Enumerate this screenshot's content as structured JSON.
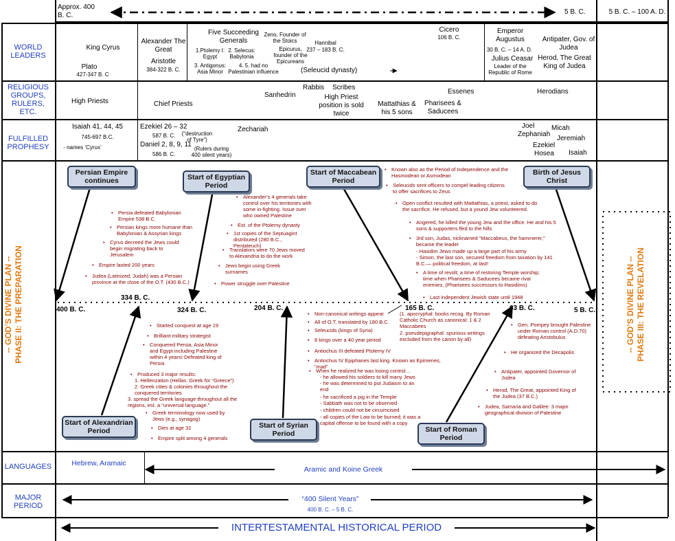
{
  "header": {
    "approx_start": "Approx. 400",
    "approx_start_2": "B. C.",
    "end_bc": "5 B. C.",
    "range_right": "5 B. C. – 100 A. D."
  },
  "rows": {
    "world_leaders": "WORLD LEADERS",
    "religious": "RELIGIOUS GROUPS, RULERS, ETC.",
    "prophesy": "FULFILLED PROPHESY",
    "languages": "LANGUAGES",
    "major_period": "MAJOR PERIOD"
  },
  "leaders": {
    "cyrus": "King Cyrus",
    "plato": "Plato",
    "plato_dates": "427-347 B. C",
    "alexander": "Alexander The Great",
    "aristotle": "Aristotle",
    "aristotle_dates": "384-322 B. C.",
    "five_generals": "Five Succeeding Generals",
    "ptolemy": "1.Ptolemy I: Egypt",
    "seleucus": "2. Selecus: Babylonia",
    "antigonus": "3. Antigonus: Asia Minor",
    "four_five": "4. 5. had no Palestinian influence",
    "zeno": "Zeno, Founder of the Stoics",
    "epicurus": "Epicurus, founder of the Epicureans",
    "hannibal": "Hannibal",
    "hannibal_dates": "237 – 183 B. C.",
    "seleucid": "(Seleucid dynasty)",
    "cicero": "Cicero",
    "cicero_dates": "106 B. C.",
    "augustus": "Emperor Augustus",
    "augustus_dates": "30 B. C. – 14 A. D.",
    "julius": "Julius Ceasar",
    "julius_note": "Leader of the Republic of Rome",
    "antipater": "Antipater, Gov. of Judea",
    "herod": "Herod, The Great King of Judea"
  },
  "religious": {
    "high_priests": "High Priests",
    "chief_priests": "Chief Priests",
    "sanhedrin": "Sanhedrin",
    "rabbis": "Rabbis",
    "scribes": "Scribes",
    "high_priest_sold": "High Priest position is sold twice",
    "mattathias": "Mattathias & his 5 sons",
    "essenes": "Essenes",
    "pharisees": "Pharisees & Saducees",
    "herodians": "Herodians"
  },
  "prophesy": {
    "isaiah": "Isaiah 41, 44, 45",
    "isaiah_dates": "745-697 B.C.",
    "isaiah_note": "- names ‘Cyrus’",
    "ezekiel": "Ezekiel 26 – 32",
    "ezekiel_dates": "587 B. C.",
    "tyre": "(“destruction of Tyre”)",
    "daniel": "Daniel 2, 8, 9, 11",
    "daniel_dates": "586 B. C.",
    "rulers": "(Rulers during 400 silent years)",
    "zechariah": "Zechariah",
    "joel": "Joel",
    "zephaniah": "Zephaniah",
    "ezekiel2": "Ezekiel",
    "hosea": "Hosea",
    "micah": "Micah",
    "jeremiah": "Jeremiah",
    "isaiah2": "Isaiah"
  },
  "boxes": {
    "persian": "Persian Empire continues",
    "egyptian": "Start of Egyptian Period",
    "maccabean": "Start of Maccabean Period",
    "jesus": "Birth of Jesus Christ",
    "alexandrian": "Start of Alexandrian Period",
    "syrian": "Start of Syrian Period",
    "roman": "Start of Roman Period"
  },
  "dates": {
    "d400": "400 B. C.",
    "d334": "334 B. C.",
    "d324": "324 B. C.",
    "d204": "204 B. C.",
    "d165": "165 B. C.",
    "d63": "63 B. C.",
    "d5": "5 B. C."
  },
  "phases": {
    "phase2_a": "-- GOD’S DIVINE PLAN --",
    "phase2_b": "PHASE II: THE PREPARATION",
    "phase3_a": "-- GOD’S DIVINE PLAN --",
    "phase3_b": "PHASE III: THE REVELATION"
  },
  "persian_notes": [
    "Persia defeated Babylonian Empire 538 B.C.",
    "Persian kings more humane than Babylonian & Assyrian kings",
    "Cyrus decreed the Jews could begin migrating back to Jerusalem",
    "Empire lasted 200 years",
    "Judea (Latinized, Judah) was a Persian province at the close of the O.T. (430 B.C.)"
  ],
  "egyptian_notes": [
    "Alexander’s 4 generals take control over his territories with some in-fighting. Issue over who owned Palestine",
    "Est. of the Ptolemy dynasty",
    "1st copies of the Septuagint distributed (280 B.C., Pentateuch)",
    "Translators were 70 Jews moved to Alexandria to do the work",
    "Jews begin using Greek surnames",
    "Power struggle over Palestine"
  ],
  "maccabean_notes": [
    "Known also as the Period of Independence and the Hasmodean or Asmodean",
    "Seleucids sent officers to compel leading citizens to offer sacrifices to Zeus",
    "Open conflict resulted with Mattathias, a priest, asked to do the sacrifice. He refused, but a yound Jew volunteered.",
    "Angered, he killed the young Jew and the office. He and his 5 sons & supporters fled to the hills",
    "3rd son, Judas, nicknamed “Maccabeus, the hammerer,” became the leader",
    "- Hasidim Jews made up a large part of his army",
    "- Simon, the last son, secured freedom from taxation by 141 B.C.— political freedom, at last!",
    "A time of revolt; a time of restoring Temple worship; time when Pharisees & Saducees became rival enemies. (Pharisees successors to Hasidims)",
    "Last independent Jewish state until 1948"
  ],
  "alexandrian_notes": [
    "Started conquest at age 19",
    "Brilliant military strategist",
    "Conquered Persia, Asia Minor and Egypt including Palestine within 4 years! Defeated king of Persia",
    "Produced 3 major results:",
    "1. Hellenzation (Hellas: Greek for “Greece”)",
    "2. Greek cities & colonies throughout the conquered territories",
    "3. spread the Greek language throughout all the regions, est. a “universal language.”",
    "Greek terminology now used by Jews (e.g., synagog)",
    "Dies at age 32",
    "Empire split among 4 generals"
  ],
  "syrian_notes": [
    "Non-canonical writings appear",
    "(1. apocryphal: books recog. By Roman Catholic Church as canonical: 1 & 2 Maccabees",
    "2. pseudepigraphal: spurious writings excluded from the canon by all)",
    "All of O.T. translated by 180 B.C.",
    "Seleucids (kings of Syria)",
    "8 kings over a 40 year period",
    "Antiochus III defeated Ptolemy IV",
    "Antiochus IV Epiphanes last king. Known as Epimenes, “mad”",
    "When he realized he was losing control…",
    "- he allowed his soldiers to kill many Jews",
    "- he was determined to put Judaism to an end",
    "- he sacrificed a pig in the Temple",
    "- Sabbath was not to be observed",
    "- children could not be circumcised",
    "- all copies of the Law to be burned; it was a capital offense to be found with a copy"
  ],
  "roman_notes": [
    "Gen. Pompey brought Palestine under Roman control (A.D.70) defeating Aristobulus",
    "He organized the Decapolis",
    "Antipater, appointed Governor of Judea",
    "Herod, The Great, appointed King of the Judea (37 B.C.)",
    "Judea, Samaria and Galilee: 3 major geographical division of Palestine"
  ],
  "languages": {
    "hebrew": "Hebrew, Aramaic",
    "aramaic_koine": "Aramic and Koine Greek"
  },
  "period": {
    "silent": "“400 Silent Years”",
    "silent_dates": "400 B. C. – 5 B. C.",
    "title": "INTERTESTAMENTAL HISTORICAL PERIOD"
  },
  "colors": {
    "label_blue": "#1f3fbf",
    "note_red": "#8b0000",
    "phase_orange": "#e07a10",
    "box_fill": "#cfd8e6"
  }
}
